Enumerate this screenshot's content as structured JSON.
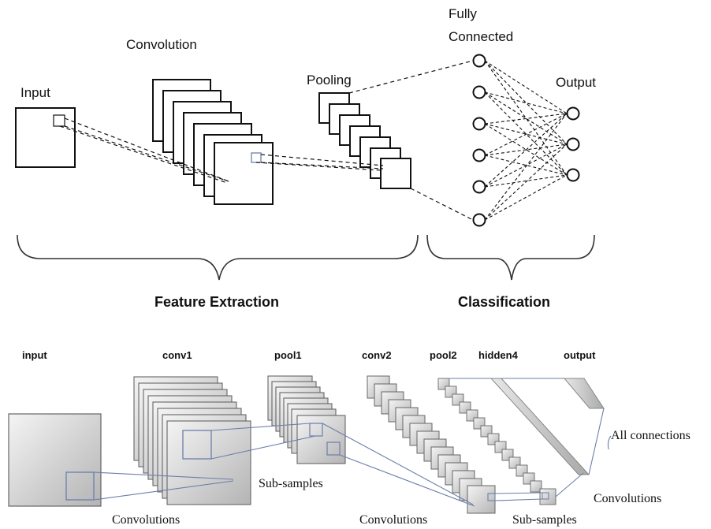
{
  "top": {
    "labels": {
      "input": "Input",
      "convolution": "Convolution",
      "pooling": "Pooling",
      "fully_connected_line1": "Fully",
      "fully_connected_line2": "Connected",
      "output": "Output",
      "feature_extraction": "Feature Extraction",
      "classification": "Classification"
    }
  },
  "bottom": {
    "labels": {
      "input": "input",
      "conv1": "conv1",
      "pool1": "pool1",
      "conv2": "conv2",
      "pool2": "pool2",
      "hidden4": "hidden4",
      "output": "output",
      "convolutions_1": "Convolutions",
      "sub_samples_1": "Sub-samples",
      "convolutions_2": "Convolutions",
      "sub_samples_2": "Sub-samples",
      "convolutions_3": "Convolutions",
      "all_connections": "All connections"
    }
  },
  "colors": {
    "line": "#111111",
    "connection_blue": "#6b7fa8",
    "gray_light": "#f2f2f2",
    "gray_dark": "#b8b8b8"
  }
}
